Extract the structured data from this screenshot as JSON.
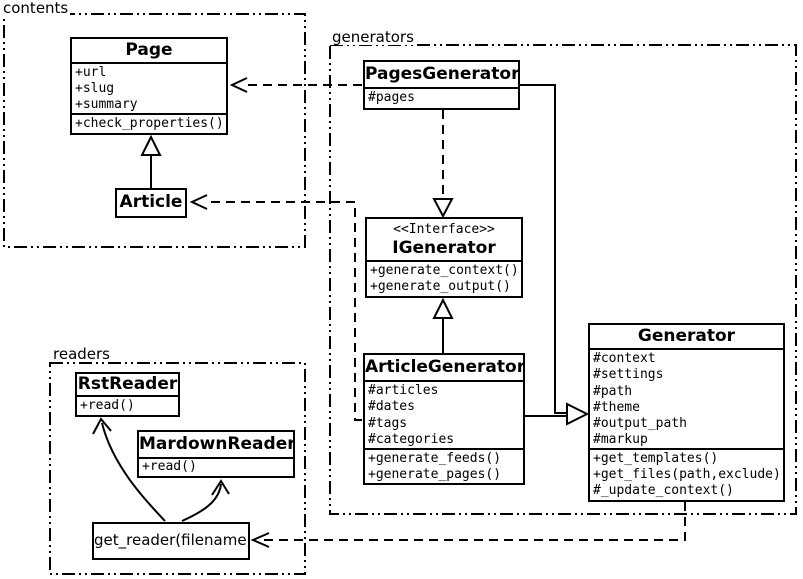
{
  "packages": {
    "contents": {
      "label": "contents"
    },
    "generators": {
      "label": "generators"
    },
    "readers": {
      "label": "readers"
    }
  },
  "classes": {
    "page": {
      "name": "Page",
      "attributes": [
        "+url",
        "+slug",
        "+summary"
      ],
      "methods": [
        "+check_properties()"
      ]
    },
    "article": {
      "name": "Article"
    },
    "pages_generator": {
      "name": "PagesGenerator",
      "attributes": [
        "#pages"
      ]
    },
    "igenerator": {
      "stereotype": "<<Interface>>",
      "name": "IGenerator",
      "methods": [
        "+generate_context()",
        "+generate_output()"
      ]
    },
    "article_generator": {
      "name": "ArticleGenerator",
      "attributes": [
        "#articles",
        "#dates",
        "#tags",
        "#categories"
      ],
      "methods": [
        "+generate_feeds()",
        "+generate_pages()"
      ]
    },
    "generator": {
      "name": "Generator",
      "attributes": [
        "#context",
        "#settings",
        "#path",
        "#theme",
        "#output_path",
        "#markup"
      ],
      "methods": [
        "+get_templates()",
        "+get_files(path,exclude)",
        "#_update_context()"
      ]
    },
    "rst_reader": {
      "name": "RstReader",
      "methods": [
        "+read()"
      ]
    },
    "mardown_reader": {
      "name": "MardownReader",
      "methods": [
        "+read()"
      ]
    },
    "get_reader": {
      "label": "get_reader(filename)"
    }
  },
  "relationships": [
    {
      "from": "Article",
      "to": "Page",
      "type": "generalization"
    },
    {
      "from": "PagesGenerator",
      "to": "Page",
      "type": "dependency"
    },
    {
      "from": "ArticleGenerator",
      "to": "Article",
      "type": "dependency"
    },
    {
      "from": "PagesGenerator",
      "to": "IGenerator",
      "type": "realization"
    },
    {
      "from": "ArticleGenerator",
      "to": "IGenerator",
      "type": "generalization"
    },
    {
      "from": "PagesGenerator",
      "to": "Generator",
      "type": "generalization"
    },
    {
      "from": "ArticleGenerator",
      "to": "Generator",
      "type": "generalization"
    },
    {
      "from": "Generator",
      "to": "get_reader(filename)",
      "type": "dependency"
    },
    {
      "from": "get_reader(filename)",
      "to": "RstReader",
      "type": "arrow"
    },
    {
      "from": "get_reader(filename)",
      "to": "MardownReader",
      "type": "arrow"
    }
  ],
  "colors": {
    "line": "#000000",
    "background": "#ffffff",
    "box_fill": "#ffffff"
  }
}
